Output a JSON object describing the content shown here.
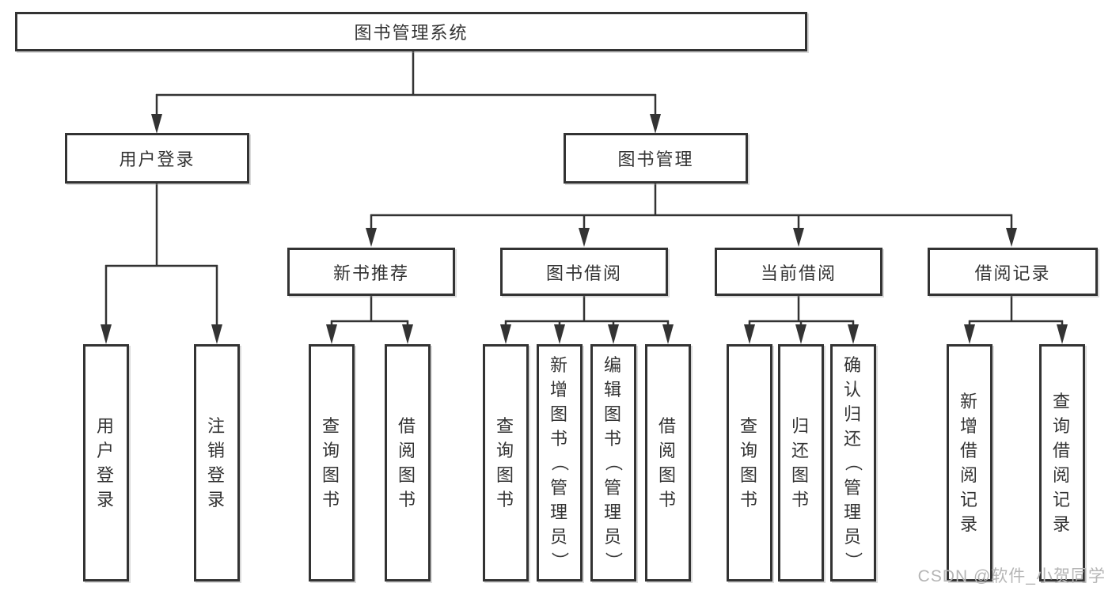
{
  "nodes": {
    "root": "图书管理系统",
    "level2": [
      "用户登录",
      "图书管理"
    ],
    "level3": [
      "新书推荐",
      "图书借阅",
      "当前借阅",
      "借阅记录"
    ],
    "leaves_user_login": [
      "用户登录",
      "注销登录"
    ],
    "leaves_new_book": [
      "查询图书",
      "借阅图书"
    ],
    "leaves_book_borrow": [
      "查询图书",
      "新增图书（管理员）",
      "编辑图书（管理员）",
      "借阅图书"
    ],
    "leaves_current_borrow": [
      "查询图书",
      "归还图书",
      "确认归还（管理员）"
    ],
    "leaves_borrow_records": [
      "新增借阅记录",
      "查询借阅记录"
    ]
  },
  "watermark": "CSDN @软件_小贺同学",
  "colors": {
    "line": "#333333",
    "background": "#ffffff",
    "text": "#333333",
    "watermark": "#b5b5b5"
  }
}
